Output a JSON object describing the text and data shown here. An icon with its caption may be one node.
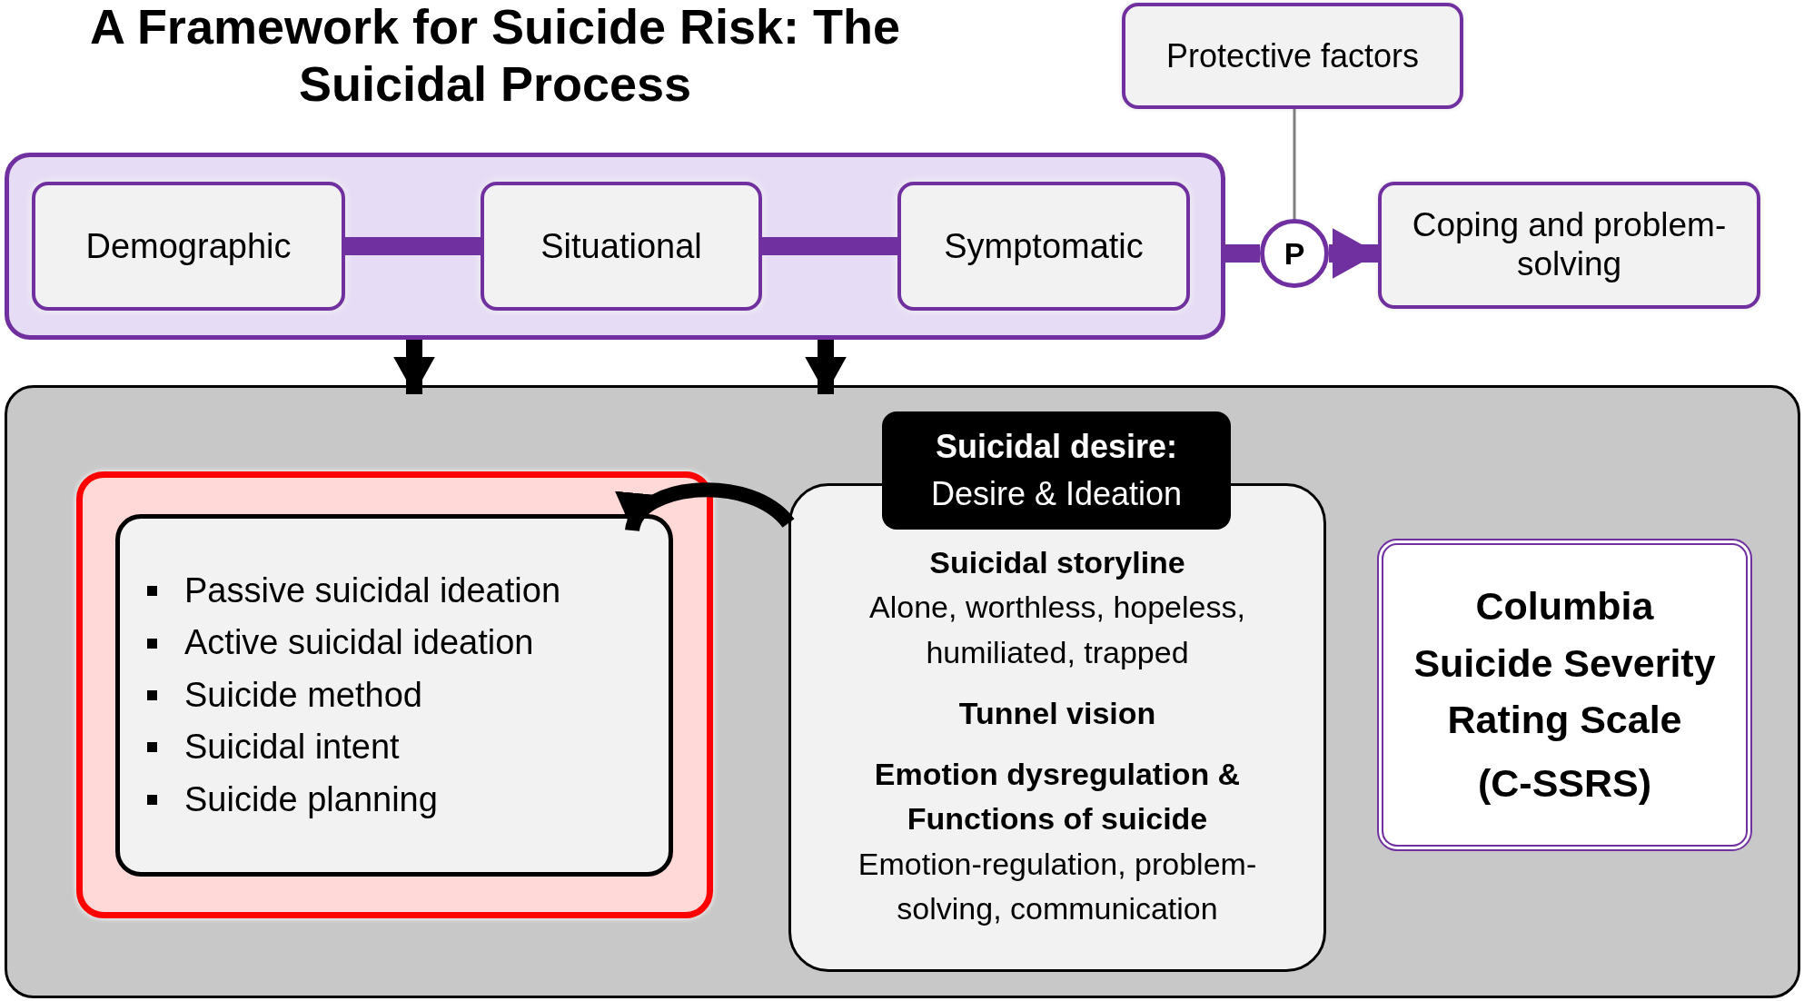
{
  "diagram": {
    "title": "A Framework for Suicide Risk: The Suicidal Process",
    "nodes": [
      {
        "text": [],
        "shape": "box"
      },
      {
        "text": [
          "Demographic"
        ],
        "in": 0
      },
      {
        "text": [
          "Situational"
        ],
        "in": 0
      },
      {
        "text": [
          "Symptomatic"
        ],
        "in": 0
      },
      {
        "text": [
          "Protective factors"
        ]
      },
      {
        "text": [
          "P"
        ]
      },
      {
        "text": [
          "Coping and problem-solving"
        ]
      },
      {
        "text": [],
        "shape": "box"
      },
      {
        "text": [],
        "shape": "box",
        "in": 7
      },
      {
        "text": [
          "Passive suicidal ideation",
          "Active suicidal ideation",
          "Suicide method",
          "Suicidal intent",
          "Suicide planning"
        ],
        "in": 8
      },
      {
        "text": [
          "Suicidal desire:",
          "Desire & Ideation"
        ],
        "in": 7
      },
      {
        "text": [
          "Suicidal storyline",
          "Alone, worthless, hopeless, humiliated, trapped",
          "Tunnel vision",
          "Emotion dysregulation & Functions of suicide",
          "Emotion-regulation, problem-solving, communication"
        ],
        "in": 7
      },
      {
        "text": [
          "Columbia Suicide Severity Rating Scale",
          "(C-SSRS)"
        ],
        "in": 7
      }
    ],
    "edges": [
      {
        "from": 1,
        "to": 2,
        "arrow": "none",
        "color": "#7030a0"
      },
      {
        "from": 2,
        "to": 3,
        "arrow": "none",
        "color": "#7030a0"
      },
      {
        "from": 0,
        "to": 5,
        "arrow": "none",
        "color": "#7030a0"
      },
      {
        "from": 5,
        "to": 6,
        "arrow": "to",
        "color": "#7030a0"
      },
      {
        "from": 4,
        "to": 5,
        "arrow": "none",
        "color": "#7f7f7f"
      },
      {
        "from": 0,
        "to": 7,
        "arrow": "to",
        "color": "#000000"
      },
      {
        "from": 0,
        "to": 7,
        "arrow": "to",
        "color": "#000000"
      },
      {
        "from": 11,
        "to": 9,
        "arrow": "to",
        "color": "#000000"
      }
    ]
  }
}
